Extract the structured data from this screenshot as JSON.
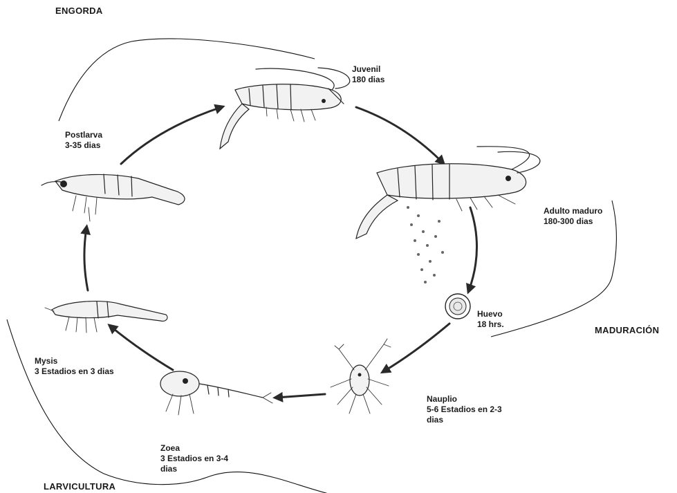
{
  "phases": {
    "engorda": "ENGORDA",
    "maduracion": "MADURACIÓN",
    "larvicultura": "LARVICULTURA"
  },
  "stages": [
    {
      "key": "juvenil",
      "name": "Juvenil",
      "duration": "180 dias"
    },
    {
      "key": "adulto",
      "name": "Adulto maduro",
      "duration": "180-300 dias"
    },
    {
      "key": "huevo",
      "name": "Huevo",
      "duration": "18 hrs."
    },
    {
      "key": "nauplio",
      "name": "Nauplio",
      "duration": "5-6 Estadios en 2-3",
      "duration2": "dias"
    },
    {
      "key": "zoea",
      "name": "Zoea",
      "duration": "3 Estadios en 3-4",
      "duration2": "dias"
    },
    {
      "key": "mysis",
      "name": "Mysis",
      "duration": "3 Estadios en 3 dias"
    },
    {
      "key": "postlarva",
      "name": "Postlarva",
      "duration": "3-35 dias"
    }
  ]
}
